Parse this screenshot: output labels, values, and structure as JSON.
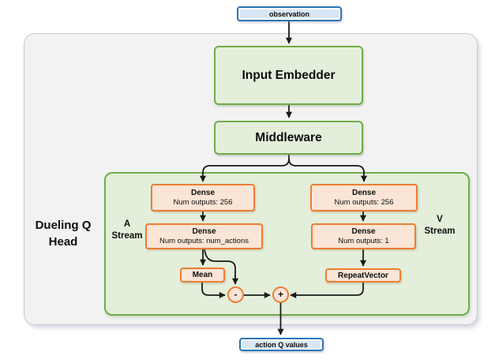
{
  "colors": {
    "green_border": "#70ad47",
    "green_fill": "#e3efda",
    "orange_border": "#ed7d31",
    "orange_fill": "#fbe5d6",
    "blue_border": "#2e75b6",
    "blue_fill": "#d9e6f5",
    "container_fill": "#f2f2f2",
    "arrow": "#1a1a1a"
  },
  "io": {
    "observation": "observation",
    "action_q_values": "action Q values"
  },
  "blocks": {
    "input_embedder": "Input Embedder",
    "middleware": "Middleware"
  },
  "dueling_head": {
    "label": [
      "Dueling Q",
      "Head"
    ],
    "a_stream": {
      "label": [
        "A",
        "Stream"
      ],
      "dense1": {
        "title": "Dense",
        "subtitle": "Num outputs: 256"
      },
      "dense2": {
        "title": "Dense",
        "subtitle": "Num outputs: num_actions"
      },
      "mean": "Mean",
      "minus_op": "-"
    },
    "v_stream": {
      "label": [
        "V",
        "Stream"
      ],
      "dense1": {
        "title": "Dense",
        "subtitle": "Num outputs: 256"
      },
      "dense2": {
        "title": "Dense",
        "subtitle": "Num outputs: 1"
      },
      "repeat_vector": "RepeatVector",
      "plus_op": "+"
    }
  }
}
